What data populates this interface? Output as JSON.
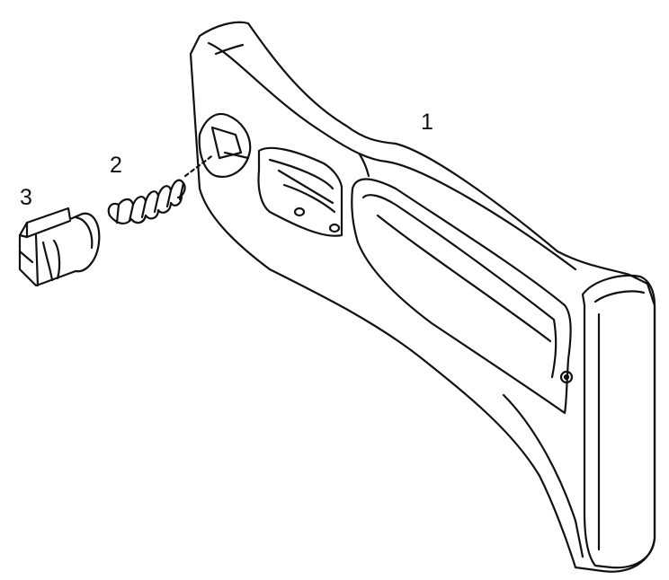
{
  "callouts": [
    {
      "number": "1",
      "part": "stock-body"
    },
    {
      "number": "2",
      "part": "spring"
    },
    {
      "number": "3",
      "part": "latch-plunger"
    }
  ],
  "colors": {
    "ink": "#111111",
    "paper": "#ffffff"
  }
}
